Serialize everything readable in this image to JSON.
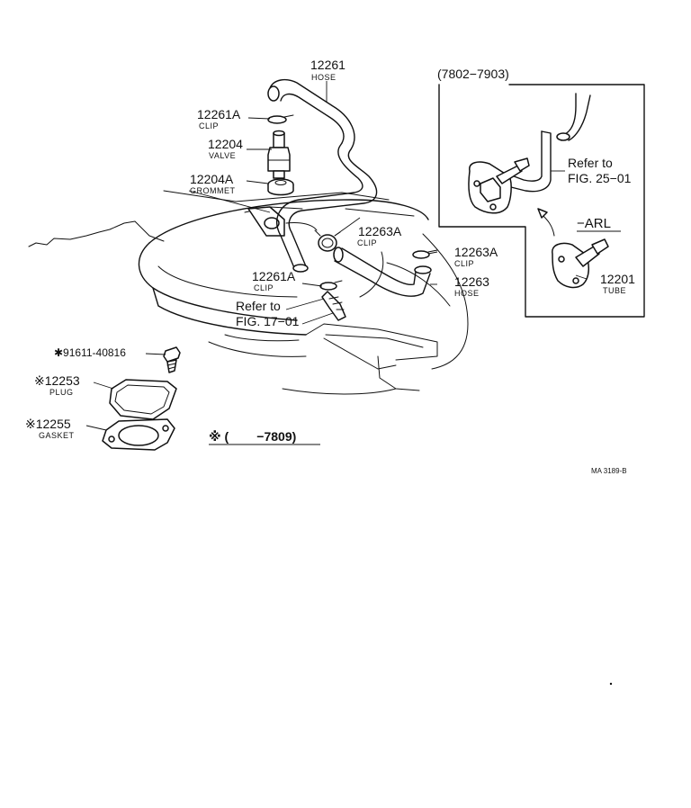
{
  "parts": {
    "hose_top": {
      "number": "12261",
      "name": "HOSE"
    },
    "clip_top": {
      "number": "12261A",
      "name": "CLIP"
    },
    "valve": {
      "number": "12204",
      "name": "VALVE"
    },
    "grommet": {
      "number": "12204A",
      "name": "GROMMET"
    },
    "clip_mid": {
      "number": "12263A",
      "name": "CLIP"
    },
    "clip_right": {
      "number": "12263A",
      "name": "CLIP"
    },
    "hose_right": {
      "number": "12263",
      "name": "HOSE"
    },
    "clip_low": {
      "number": "12261A",
      "name": "CLIP"
    },
    "bolt": {
      "number": "✱91611-40816"
    },
    "plug": {
      "number": "※12253",
      "name": "PLUG"
    },
    "gasket": {
      "number": "※12255",
      "name": "GASKET"
    },
    "tube": {
      "number": "12201",
      "name": "TUBE"
    }
  },
  "refs": {
    "fig17_line1": "Refer to",
    "fig17_line2": "FIG. 17−01",
    "fig25_line1": "Refer to",
    "fig25_line2": "FIG. 25−01"
  },
  "inset": {
    "date_range": "(7802−7903)",
    "variant": "−ARL"
  },
  "footnote": "※ (        −7809)",
  "drawing_code": "MA 3189-B"
}
